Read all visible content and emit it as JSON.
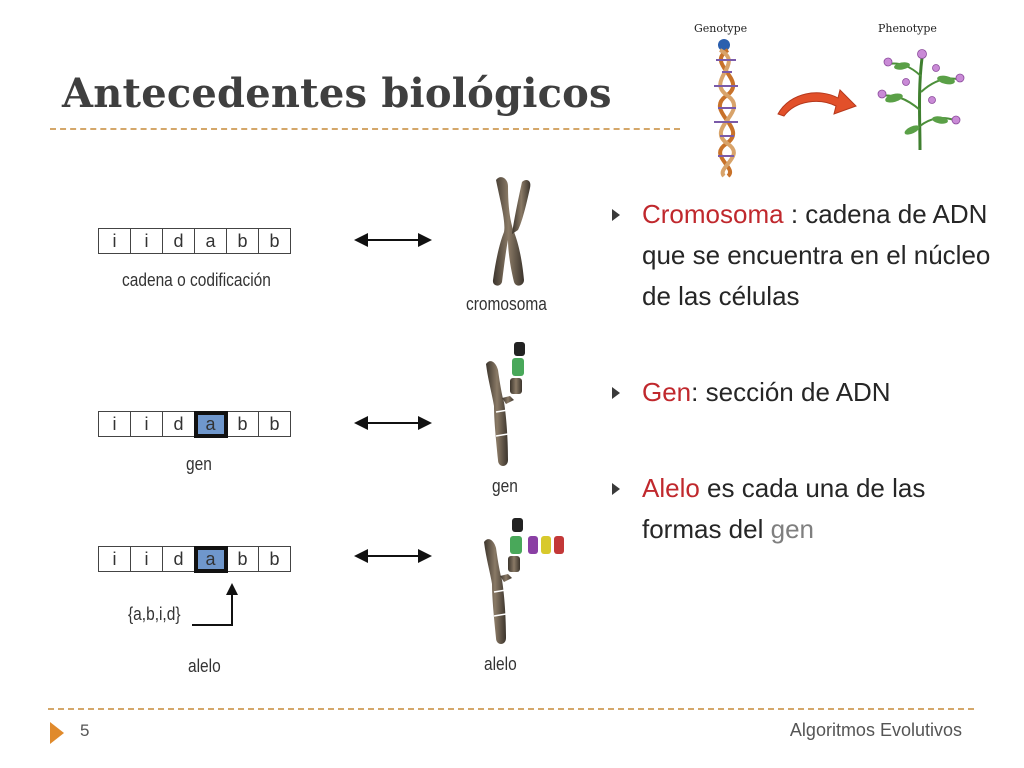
{
  "slide": {
    "title": "Antecedentes biológicos",
    "page_number": "5",
    "footer": "Algoritmos Evolutivos"
  },
  "figure": {
    "genotype_label": "Genotype",
    "phenotype_label": "Phenotype",
    "rows": [
      {
        "cells": [
          "i",
          "i",
          "d",
          "a",
          "b",
          "b"
        ],
        "highlight_index": -1,
        "caption": "cadena o codificación",
        "chromosome_label": "cromosoma"
      },
      {
        "cells": [
          "i",
          "i",
          "d",
          "a",
          "b",
          "b"
        ],
        "highlight_index": 3,
        "caption": "gen",
        "chromosome_label": "gen"
      },
      {
        "cells": [
          "i",
          "i",
          "d",
          "a",
          "b",
          "b"
        ],
        "highlight_index": 3,
        "caption": "alelo",
        "allele_set": "{a,b,i,d}",
        "chromosome_label": "alelo"
      }
    ]
  },
  "bullets": [
    {
      "term": "Cromosoma",
      "rest": " : cadena de ADN que se encuentra en el núcleo de las células"
    },
    {
      "term": "Gen",
      "rest": ":  sección de ADN"
    },
    {
      "term": "Alelo",
      "rest": " es cada una de las formas del ",
      "tail": "gen"
    }
  ],
  "colors": {
    "title": "#3f3f3f",
    "accent_red": "#c0282d",
    "gene_highlight": "#6f97cc",
    "dashed_rule": "#d4a76a",
    "footer_marker": "#e08a2c",
    "tail_grey": "#7f7f7f"
  }
}
